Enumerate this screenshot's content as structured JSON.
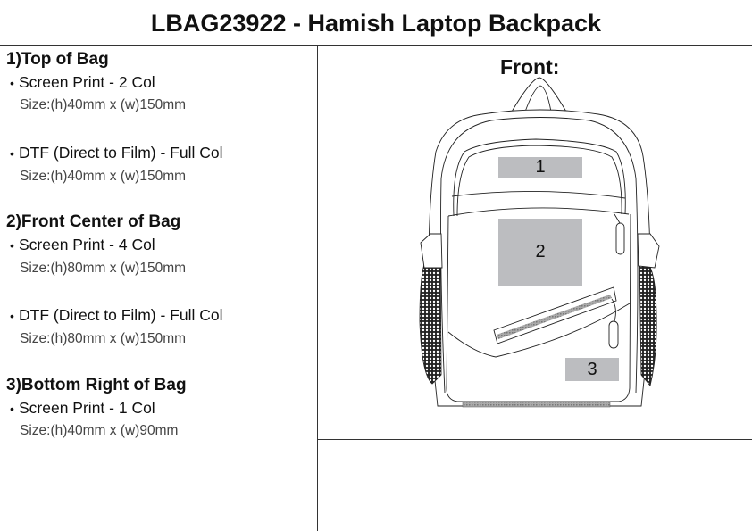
{
  "title": "LBAG23922 - Hamish Laptop Backpack",
  "sections": [
    {
      "heading": "1)Top of Bag",
      "options": [
        {
          "method": "Screen Print - 2 Col",
          "size": "Size:(h)40mm x (w)150mm"
        },
        {
          "method": "DTF (Direct to Film) - Full Col",
          "size": "Size:(h)40mm x (w)150mm"
        }
      ]
    },
    {
      "heading": "2)Front Center of Bag",
      "options": [
        {
          "method": "Screen Print - 4 Col",
          "size": "Size:(h)80mm x (w)150mm"
        },
        {
          "method": "DTF (Direct to Film) - Full Col",
          "size": "Size:(h)80mm x (w)150mm"
        }
      ]
    },
    {
      "heading": "3)Bottom Right of Bag",
      "options": [
        {
          "method": "Screen Print - 1 Col",
          "size": "Size:(h)40mm x (w)90mm"
        }
      ]
    }
  ],
  "bullet": "•",
  "view_label": "Front:",
  "print_areas": [
    "1",
    "2",
    "3"
  ],
  "colors": {
    "print_area": "#bcbdc0",
    "line": "#333333"
  }
}
